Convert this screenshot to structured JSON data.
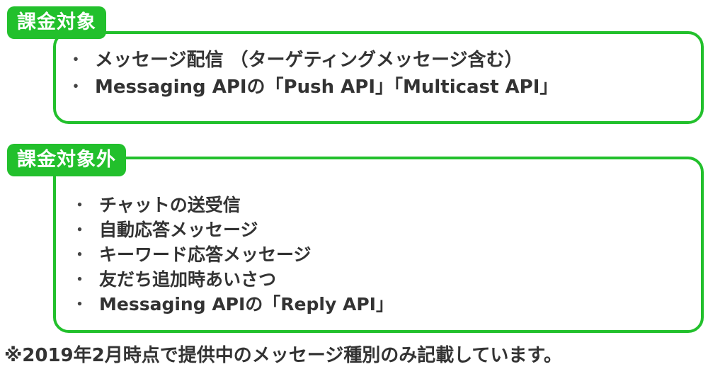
{
  "colors": {
    "accent": "#22c02c",
    "text": "#333333",
    "background": "#ffffff"
  },
  "sections": [
    {
      "label": "課金対象",
      "items": [
        "メッセージ配信 （ターゲティングメッセージ含む）",
        "Messaging APIの「Push API」「Multicast API」"
      ]
    },
    {
      "label": "課金対象外",
      "items": [
        "チャットの送受信",
        "自動応答メッセージ",
        "キーワード応答メッセージ",
        "友だち追加時あいさつ",
        "Messaging APIの「Reply API」"
      ]
    }
  ],
  "bullet": "・",
  "footnote": "※2019年2月時点で提供中のメッセージ種別のみ記載しています。"
}
